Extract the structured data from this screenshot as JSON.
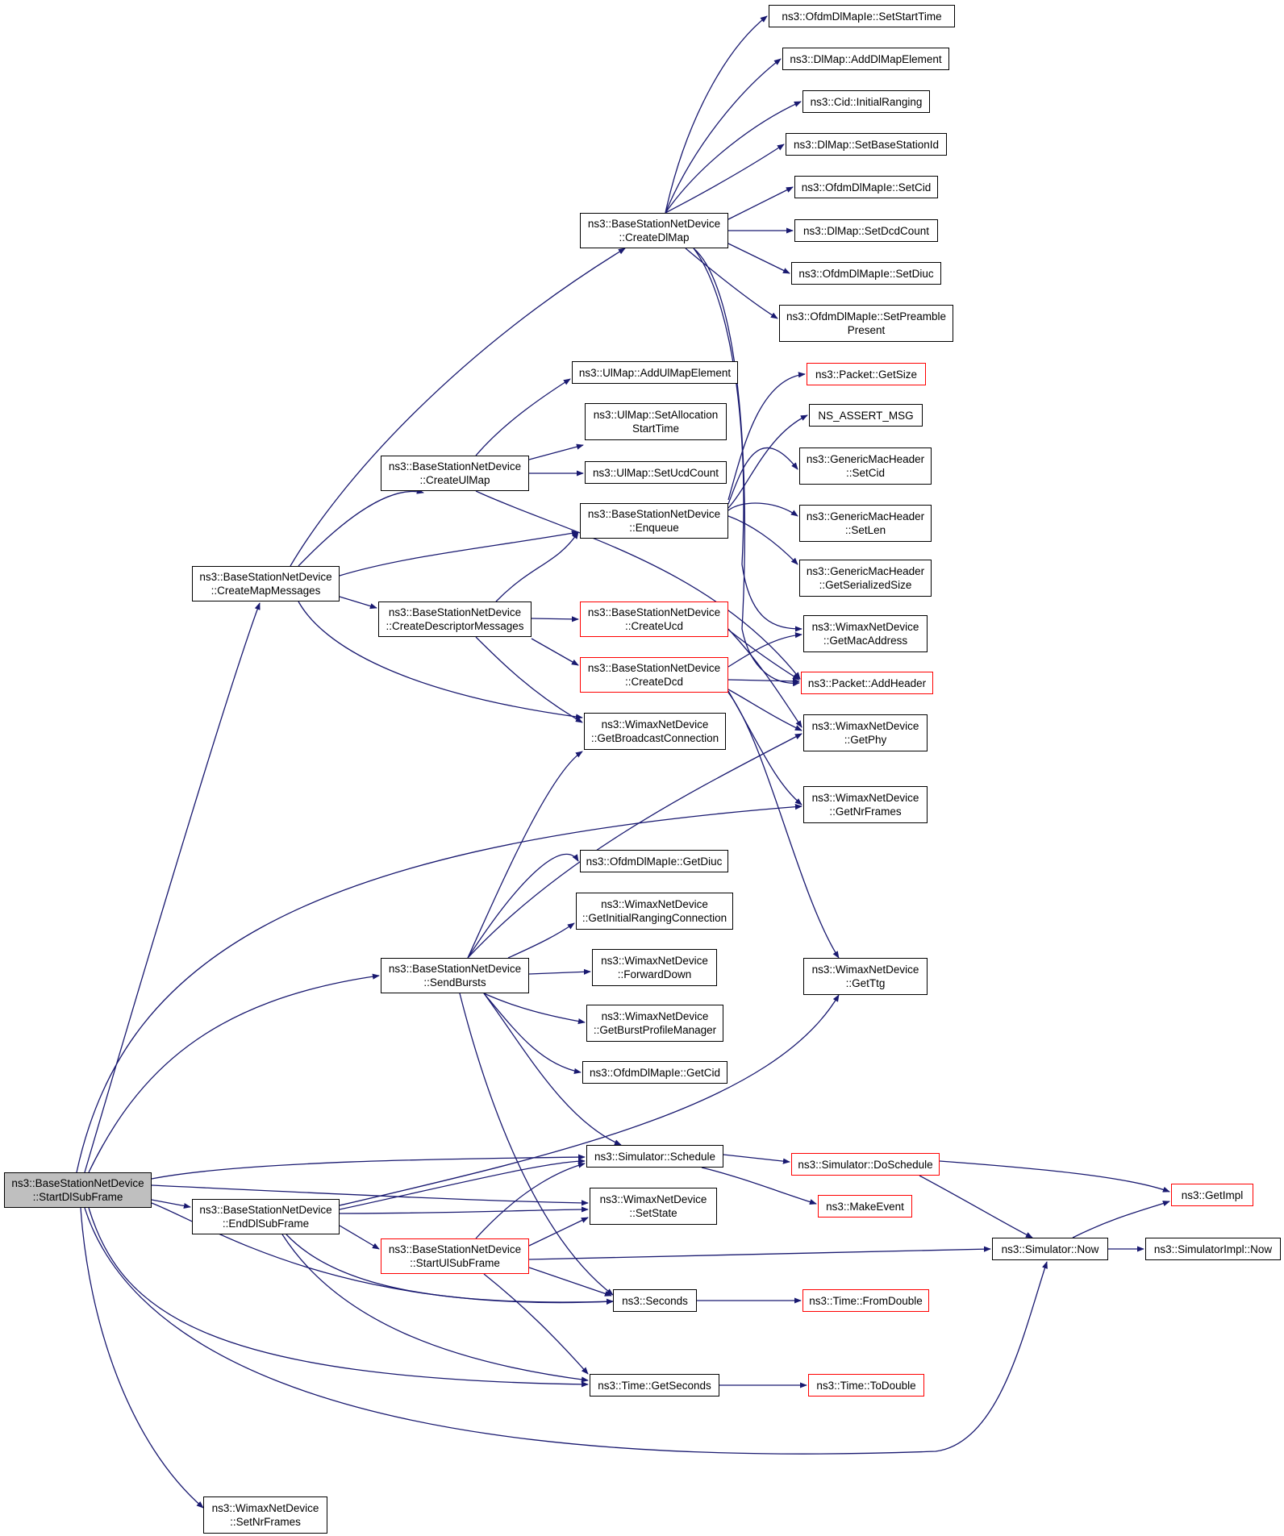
{
  "colors": {
    "edge": "#191970",
    "node_border": "#000000",
    "node_border_truncated": "#ff0000",
    "root_fill": "#bfbfbf",
    "background": "#ffffff"
  },
  "nodes": {
    "start_dl_subframe": "ns3::BaseStationNetDevice\n::StartDlSubFrame",
    "create_map_messages": "ns3::BaseStationNetDevice\n::CreateMapMessages",
    "create_dl_map": "ns3::BaseStationNetDevice\n::CreateDlMap",
    "set_start_time": "ns3::OfdmDlMapIe::SetStartTime",
    "add_dl_map_element": "ns3::DlMap::AddDlMapElement",
    "initial_ranging": "ns3::Cid::InitialRanging",
    "set_base_station_id": "ns3::DlMap::SetBaseStationId",
    "set_cid": "ns3::OfdmDlMapIe::SetCid",
    "set_dcd_count": "ns3::DlMap::SetDcdCount",
    "set_diuc": "ns3::OfdmDlMapIe::SetDiuc",
    "set_preamble_present": "ns3::OfdmDlMapIe::SetPreamble\nPresent",
    "add_ul_map_element": "ns3::UlMap::AddUlMapElement",
    "set_allocation_start_time": "ns3::UlMap::SetAllocation\nStartTime",
    "set_ucd_count": "ns3::UlMap::SetUcdCount",
    "create_ul_map": "ns3::BaseStationNetDevice\n::CreateUlMap",
    "packet_get_size": "ns3::Packet::GetSize",
    "ns_assert_msg": "NS_ASSERT_MSG",
    "generic_set_cid": "ns3::GenericMacHeader\n::SetCid",
    "generic_set_len": "ns3::GenericMacHeader\n::SetLen",
    "generic_get_serialized_size": "ns3::GenericMacHeader\n::GetSerializedSize",
    "enqueue": "ns3::BaseStationNetDevice\n::Enqueue",
    "create_descriptor_messages": "ns3::BaseStationNetDevice\n::CreateDescriptorMessages",
    "create_ucd": "ns3::BaseStationNetDevice\n::CreateUcd",
    "create_dcd": "ns3::BaseStationNetDevice\n::CreateDcd",
    "get_mac_address": "ns3::WimaxNetDevice\n::GetMacAddress",
    "packet_add_header": "ns3::Packet::AddHeader",
    "get_broadcast_connection": "ns3::WimaxNetDevice\n::GetBroadcastConnection",
    "get_phy": "ns3::WimaxNetDevice\n::GetPhy",
    "get_nr_frames": "ns3::WimaxNetDevice\n::GetNrFrames",
    "get_diuc": "ns3::OfdmDlMapIe::GetDiuc",
    "get_initial_ranging_connection": "ns3::WimaxNetDevice\n::GetInitialRangingConnection",
    "forward_down": "ns3::WimaxNetDevice\n::ForwardDown",
    "get_burst_profile_manager": "ns3::WimaxNetDevice\n::GetBurstProfileManager",
    "get_cid": "ns3::OfdmDlMapIe::GetCid",
    "get_ttg": "ns3::WimaxNetDevice\n::GetTtg",
    "send_bursts": "ns3::BaseStationNetDevice\n::SendBursts",
    "simulator_schedule": "ns3::Simulator::Schedule",
    "simulator_do_schedule": "ns3::Simulator::DoSchedule",
    "get_impl": "ns3::GetImpl",
    "make_event": "ns3::MakeEvent",
    "set_state": "ns3::WimaxNetDevice\n::SetState",
    "end_dl_subframe": "ns3::BaseStationNetDevice\n::EndDlSubFrame",
    "start_ul_subframe": "ns3::BaseStationNetDevice\n::StartUlSubFrame",
    "simulator_now": "ns3::Simulator::Now",
    "simulator_impl_now": "ns3::SimulatorImpl::Now",
    "seconds": "ns3::Seconds",
    "time_from_double": "ns3::Time::FromDouble",
    "time_get_seconds": "ns3::Time::GetSeconds",
    "time_to_double": "ns3::Time::ToDouble",
    "set_nr_frames": "ns3::WimaxNetDevice\n::SetNrFrames"
  }
}
